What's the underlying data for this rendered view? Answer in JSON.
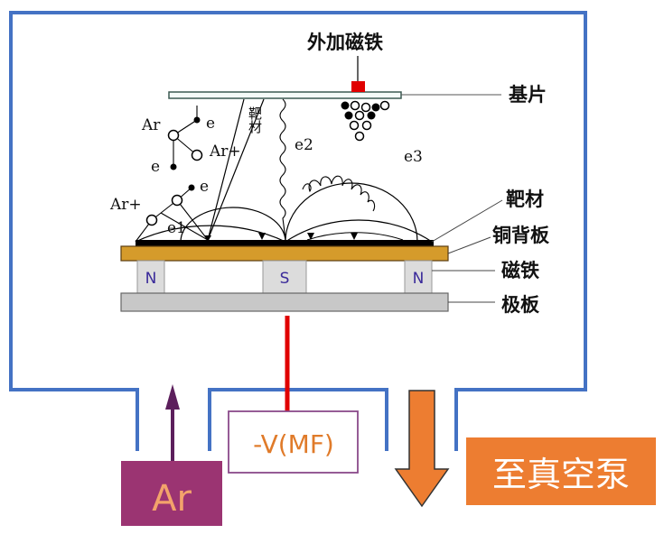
{
  "labels": {
    "external_magnet": "外加磁铁",
    "substrate": "基片",
    "target": "靶材",
    "copper_backplate": "铜背板",
    "magnet": "磁铁",
    "pole_plate": "极板",
    "target_vertical": "靶材",
    "magnet_n_left": "N",
    "magnet_s": "S",
    "magnet_n_right": "N",
    "particle_ar_top": "Ar",
    "particle_e_top": "e",
    "particle_ar_plus_mid": "Ar+",
    "particle_e_left": "e",
    "particle_e_mid": "e",
    "particle_ar_plus_left": "Ar+",
    "particle_e1": "e1",
    "particle_e2": "e2",
    "particle_e3": "e3"
  },
  "boxes": {
    "ar_inlet": "Ar",
    "voltage": "-V(MF)",
    "vacuum_pump": "至真空泵"
  },
  "colors": {
    "chamber_wall": "#4472C4",
    "copper": "#D59B2B",
    "pole_plate": "#C8C8C8",
    "magnet_fill": "#DCDCDC",
    "magnet_letter": "#3A2A9A",
    "ar_box": "#9B3472",
    "ar_arrow": "#5C1F5C",
    "voltage_border": "#8A4A8A",
    "voltage_text": "#E07B2A",
    "power_line": "#E00000",
    "pump_box": "#ED7D31",
    "magnet_square": "#E00000"
  }
}
